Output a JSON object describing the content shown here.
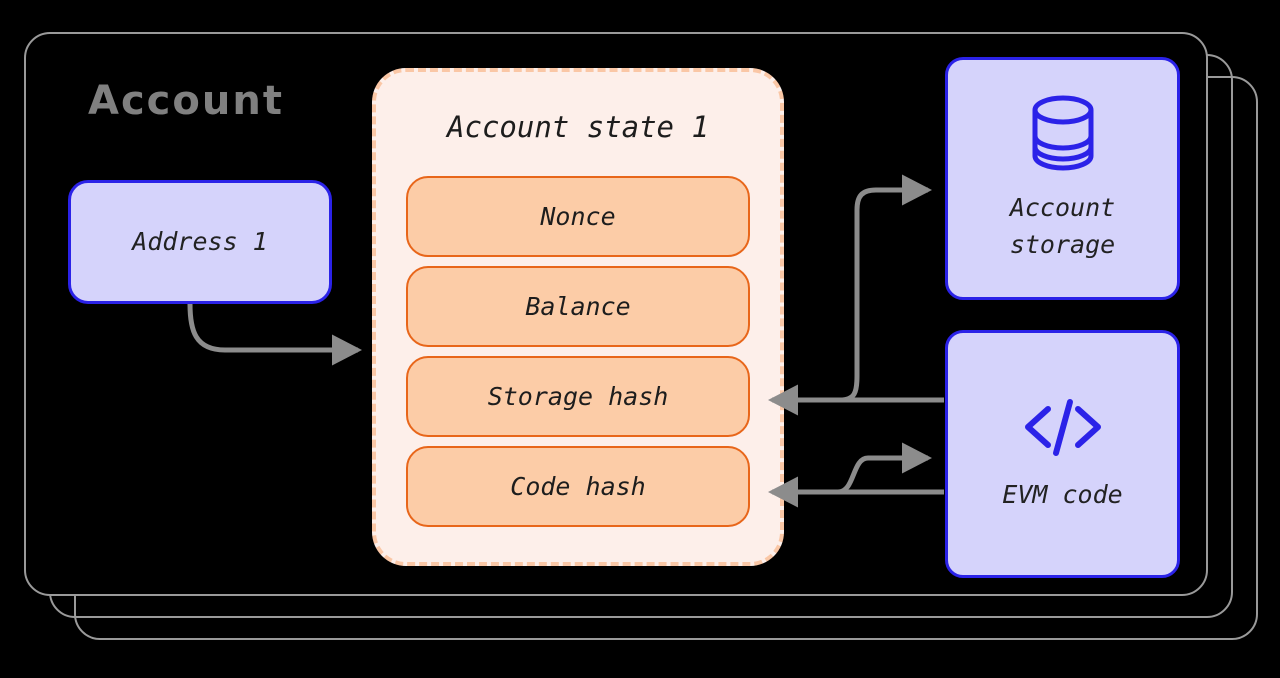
{
  "container": {
    "title": "Account",
    "stacked_layers": 3
  },
  "address": {
    "label": "Address 1"
  },
  "state_panel": {
    "title": "Account state 1",
    "fields": [
      {
        "label": "Nonce"
      },
      {
        "label": "Balance"
      },
      {
        "label": "Storage hash"
      },
      {
        "label": "Code hash"
      }
    ]
  },
  "right_boxes": [
    {
      "icon": "database-icon",
      "label": "Account\nstorage"
    },
    {
      "icon": "code-icon",
      "label": "EVM code"
    }
  ],
  "colors": {
    "background": "#000000",
    "outline_gray": "#9a9a9a",
    "title_gray": "#808080",
    "blue_border": "#2B22E8",
    "blue_fill": "#D5D3FB",
    "panel_fill": "#FDEFEA",
    "panel_dash": "#FAC7A6",
    "field_fill": "#FCCCA7",
    "field_border": "#E8661A",
    "arrow_gray": "#8c8c8c"
  },
  "arrows": [
    {
      "name": "address-to-state",
      "from": "Address 1",
      "to": "Account state 1",
      "direction": "one-way"
    },
    {
      "name": "storage-hash-to-account-storage",
      "from": "Storage hash",
      "to": "Account storage",
      "direction": "one-way"
    },
    {
      "name": "account-storage-to-storage-hash",
      "from": "Account storage",
      "to": "Storage hash",
      "direction": "one-way"
    },
    {
      "name": "code-hash-to-evm-code",
      "from": "Code hash",
      "to": "EVM code",
      "direction": "one-way"
    },
    {
      "name": "evm-code-to-code-hash",
      "from": "EVM code",
      "to": "Code hash",
      "direction": "one-way"
    }
  ]
}
